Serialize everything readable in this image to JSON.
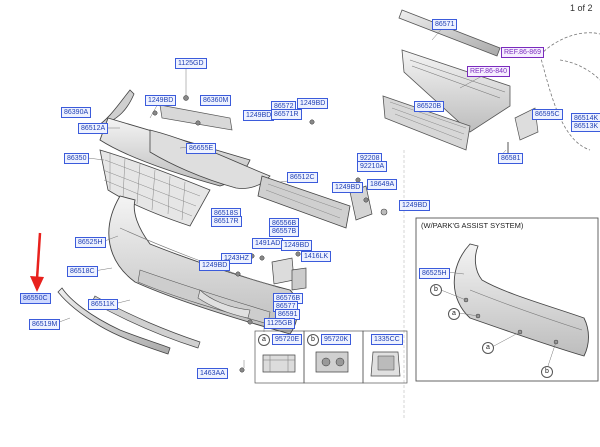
{
  "page_indicator": "1 of 2",
  "inset_title": "(W/PARK'G ASSIST SYSTEM)",
  "callouts": {
    "c86571": "86571",
    "ref_a": "REF.86-869",
    "ref_b": "REF.86-840",
    "c86520B": "86520B",
    "c86595C": "86595C",
    "c86514K": "86514K",
    "c86513K": "86513K",
    "c86581": "86581",
    "c1125GD": "1125GD",
    "c86390A": "86390A",
    "c1249BD_a": "1249BD",
    "c86360M": "86360M",
    "c86512A": "86512A",
    "c1249BD_b": "1249BD",
    "c86572": "86572",
    "c86571R": "86571R",
    "c1249BD_c": "1249BD",
    "c86350": "86350",
    "c86655E": "86655E",
    "c86512C": "86512C",
    "c92208": "92208",
    "c92210A": "92210A",
    "c1249BD_d": "1249BD",
    "c18649A": "18649A",
    "c1249BD_e": "1249BD",
    "c86518S": "86518S",
    "c86517R": "86517R",
    "c86556B": "86556B",
    "c86557B": "86557B",
    "c86525H": "86525H",
    "c1491AD": "1491AD",
    "c1249BD_f": "1249BD",
    "c1243HZ": "1243HZ",
    "c1249BD_g": "1249BD",
    "c1416LK": "1416LK",
    "c86518C": "86518C",
    "c86550C": "86550C",
    "c86511K": "86511K",
    "c86576B": "86576B",
    "c86577": "86577",
    "c86591": "86591",
    "c1125GB": "1125GB",
    "c86519M": "86519M",
    "c95720E": "95720E",
    "c95720K": "95720K",
    "c1335CC": "1335CC",
    "c1463AA": "1463AA",
    "c86525H_inset": "86525H"
  },
  "legend": {
    "a": "a",
    "b": "b"
  },
  "colors": {
    "callout_border": "#3b5bdb",
    "callout_text": "#1f3fb3",
    "ref_text": "#7a2bbd",
    "arrow": "#e8211d",
    "part_stroke": "#444444",
    "part_fill": "#e2e2e2"
  }
}
